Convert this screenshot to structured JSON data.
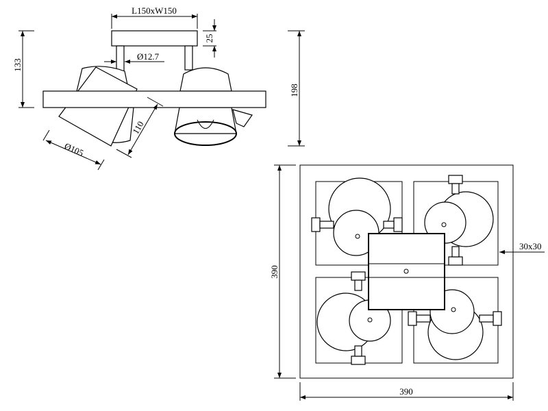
{
  "side_view": {
    "canopy_size": "L150xW150",
    "canopy_height": "25",
    "rod_diameter": "Ø12.7",
    "height_body": "133",
    "height_total": "198",
    "shade_length": "110",
    "shade_diameter": "Ø105"
  },
  "top_view": {
    "width": "390",
    "depth": "390",
    "center_block": "30x30"
  }
}
